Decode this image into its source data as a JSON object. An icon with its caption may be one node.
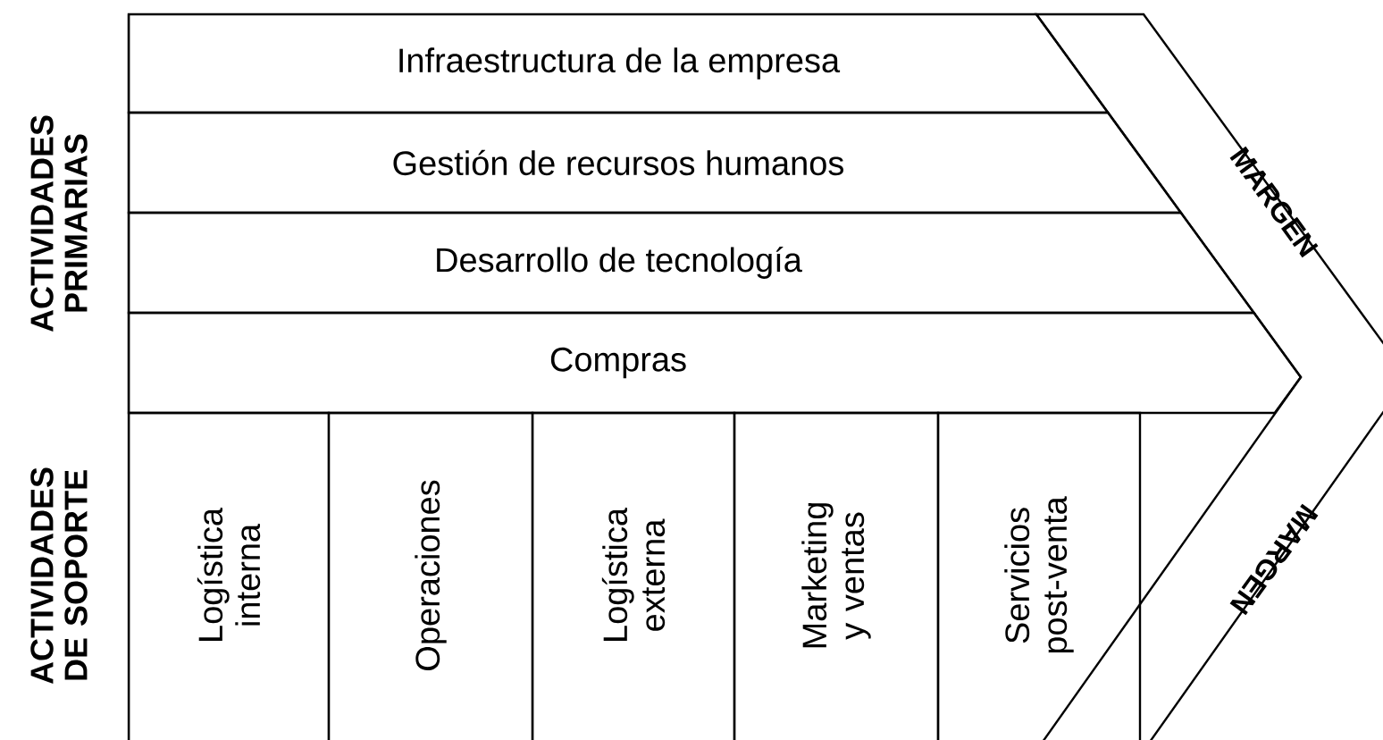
{
  "diagram": {
    "nodes": [
      {
        "text": [
          "Infraestructura de la empresa"
        ]
      },
      {
        "text": [
          "Gestión de recursos humanos"
        ]
      },
      {
        "text": [
          "Desarrollo de tecnología"
        ]
      },
      {
        "text": [
          "Compras"
        ]
      },
      {
        "text": [
          "Logística interna"
        ]
      },
      {
        "text": [
          "Operaciones"
        ]
      },
      {
        "text": [
          "Logística externa"
        ]
      },
      {
        "text": [
          "Marketing y ventas"
        ]
      },
      {
        "text": [
          "Servicios post-venta"
        ]
      },
      {
        "text": [
          "MARGEN",
          "MARGEN"
        ]
      }
    ],
    "labels": [
      "ACTIVIDADES PRIMARIAS",
      "ACTIVIDADES DE SOPORTE"
    ]
  }
}
